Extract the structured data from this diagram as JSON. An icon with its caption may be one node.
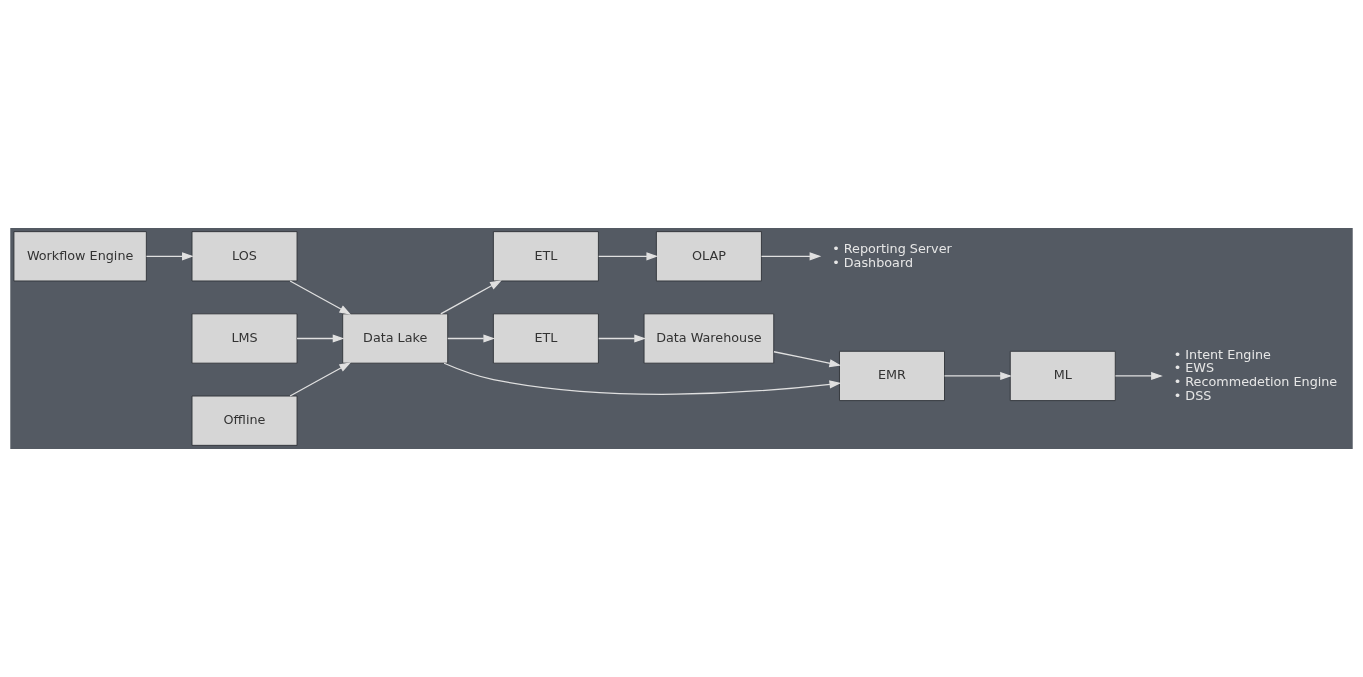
{
  "diagram": {
    "nodes": [
      {
        "text": [
          "Workflow Engine"
        ]
      },
      {
        "text": [
          "LOS"
        ]
      },
      {
        "text": [
          "Data Lake"
        ]
      },
      {
        "text": [
          "ETL"
        ]
      },
      {
        "text": [
          "OLAP"
        ]
      },
      {
        "text": [
          "• Reporting Server",
          "• Dashboard"
        ]
      },
      {
        "text": [
          "LMS"
        ]
      },
      {
        "text": [
          "ETL"
        ]
      },
      {
        "text": [
          "Data Warehouse"
        ]
      },
      {
        "text": [
          "Offline"
        ]
      },
      {
        "text": [
          "EMR"
        ]
      },
      {
        "text": [
          "ML"
        ]
      },
      {
        "text": [
          "• Intent Engine",
          "• EWS",
          "• Recommedetion Engine",
          "• DSS"
        ]
      }
    ],
    "edges": [
      {
        "from": 0,
        "to": 1,
        "arrow": "to"
      },
      {
        "from": 1,
        "to": 2,
        "arrow": "to"
      },
      {
        "from": 2,
        "to": 3,
        "arrow": "to"
      },
      {
        "from": 3,
        "to": 4,
        "arrow": "to"
      },
      {
        "from": 4,
        "to": 5,
        "arrow": "to"
      },
      {
        "from": 6,
        "to": 2,
        "arrow": "to"
      },
      {
        "from": 9,
        "to": 2,
        "arrow": "to"
      },
      {
        "from": 2,
        "to": 7,
        "arrow": "to"
      },
      {
        "from": 7,
        "to": 8,
        "arrow": "to"
      },
      {
        "from": 8,
        "to": 10,
        "arrow": "to"
      },
      {
        "from": 2,
        "to": 10,
        "arrow": "to"
      },
      {
        "from": 10,
        "to": 11,
        "arrow": "to"
      },
      {
        "from": 11,
        "to": 12,
        "arrow": "to"
      }
    ]
  }
}
